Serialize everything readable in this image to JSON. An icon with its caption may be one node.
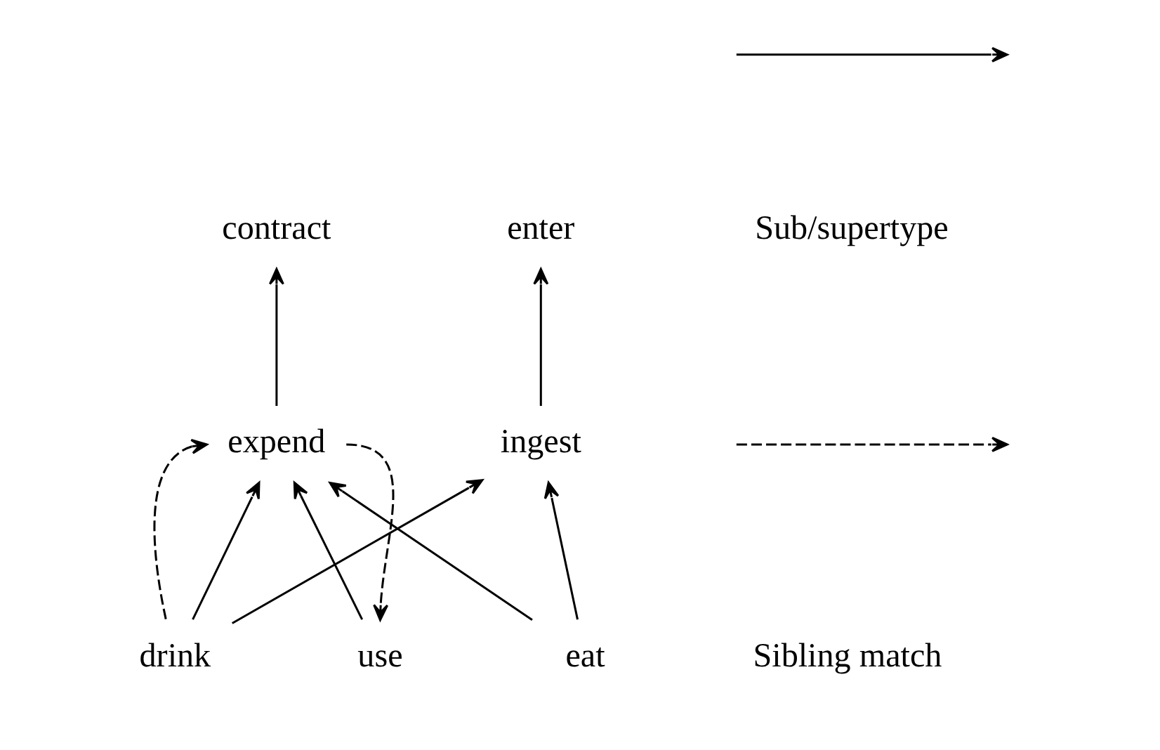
{
  "diagram": {
    "nodes": [
      {
        "text": [
          "enter"
        ]
      },
      {
        "text": [
          "contract"
        ]
      },
      {
        "text": [
          "ingest"
        ]
      },
      {
        "text": [
          "expend"
        ]
      },
      {
        "text": [
          "eat"
        ]
      },
      {
        "text": [
          "drink"
        ]
      },
      {
        "text": [
          "use"
        ]
      }
    ],
    "edges": [
      {
        "from": 2,
        "to": 0,
        "arrow": "to"
      },
      {
        "from": 3,
        "to": 1,
        "arrow": "to"
      },
      {
        "from": 4,
        "to": 2,
        "arrow": "to"
      },
      {
        "from": 5,
        "to": 2,
        "arrow": "to"
      },
      {
        "from": 4,
        "to": 3,
        "arrow": "to"
      },
      {
        "from": 5,
        "to": 3,
        "arrow": "to"
      },
      {
        "from": 6,
        "to": 3,
        "arrow": "to"
      },
      {
        "from": 5,
        "to": 3,
        "arrow": "to",
        "style": "dashed"
      },
      {
        "from": 3,
        "to": 6,
        "arrow": "to",
        "style": "dashed"
      }
    ],
    "legend": [
      {
        "text": "Sub/supertype"
      },
      {
        "text": "Sibling match"
      }
    ]
  }
}
